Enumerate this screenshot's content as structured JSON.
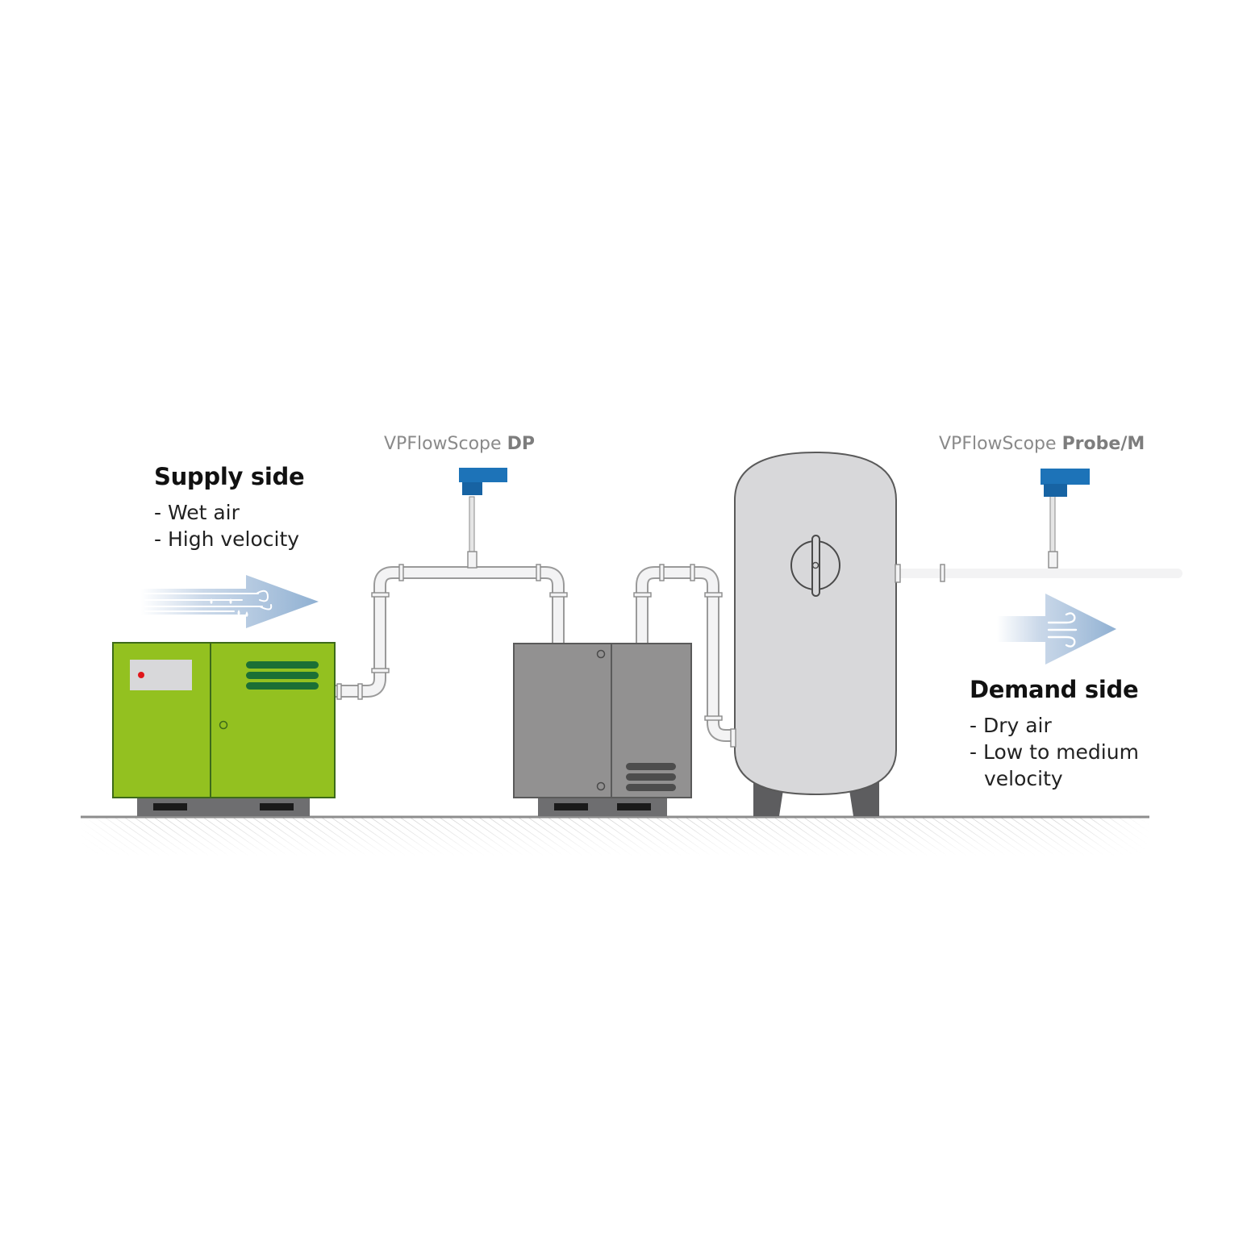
{
  "supply": {
    "title": "Supply side",
    "items": [
      "- Wet air",
      "- High velocity"
    ]
  },
  "demand": {
    "title": "Demand side",
    "items": [
      "- Dry air",
      "- Low to medium",
      "velocity"
    ]
  },
  "sensors": {
    "dp": {
      "prefix": "VPFlowScope",
      "model": "DP"
    },
    "probe": {
      "prefix": "VPFlowScope",
      "model": "Probe/M"
    }
  },
  "colors": {
    "compressor": "#93c120",
    "dryer": "#929191",
    "tank": "#d8d8da",
    "sensor": "#1d73b8",
    "pipe": "#f3f3f4",
    "indicator": "#e0161b",
    "vent": "#1b6f35"
  }
}
